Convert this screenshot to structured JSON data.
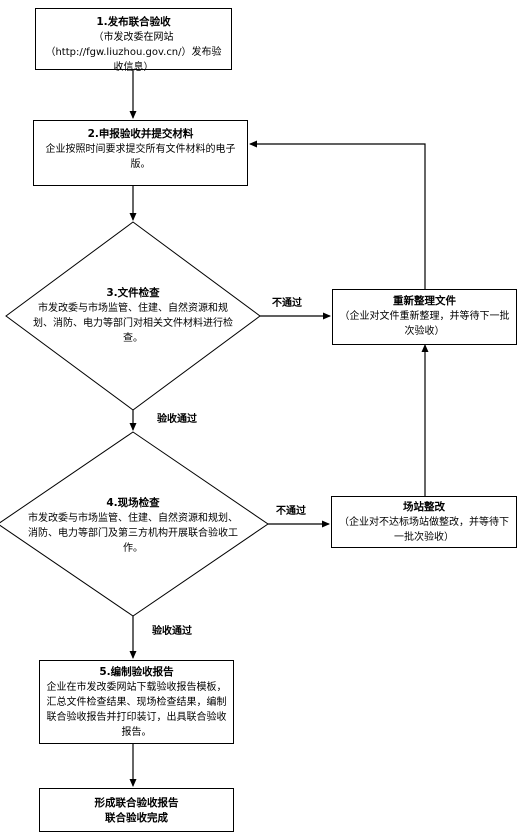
{
  "nodes": {
    "step1": {
      "title": "1.发布联合验收",
      "desc": "（市发改委在网站（http://fgw.liuzhou.gov.cn/）发布验收信息）"
    },
    "step2": {
      "title": "2.申报验收并提交材料",
      "desc": "企业按照时间要求提交所有文件材料的电子版。"
    },
    "step3": {
      "title": "3.文件检查",
      "desc": "市发改委与市场监管、住建、自然资源和规划、消防、电力等部门对相关文件材料进行检查。"
    },
    "reorganize": {
      "title": "重新整理文件",
      "desc": "（企业对文件重新整理，并等待下一批次验收）"
    },
    "step4": {
      "title": "4.现场检查",
      "desc": "市发改委与市场监管、住建、自然资源和规划、消防、电力等部门及第三方机构开展联合验收工作。"
    },
    "rectify": {
      "title": "场站整改",
      "desc": "（企业对不达标场站做整改，并等待下一批次验收）"
    },
    "step5": {
      "title": "5.编制验收报告",
      "desc": "企业在市发改委网站下载验收报告模板，汇总文件检查结果、现场检查结果，编制联合验收报告并打印装订，出具联合验收报告。"
    },
    "final": {
      "line1": "形成联合验收报告",
      "line2": "联合验收完成"
    }
  },
  "edges": {
    "doc_fail": "不通过",
    "doc_pass": "验收通过",
    "site_fail": "不通过",
    "site_pass": "验收通过"
  }
}
